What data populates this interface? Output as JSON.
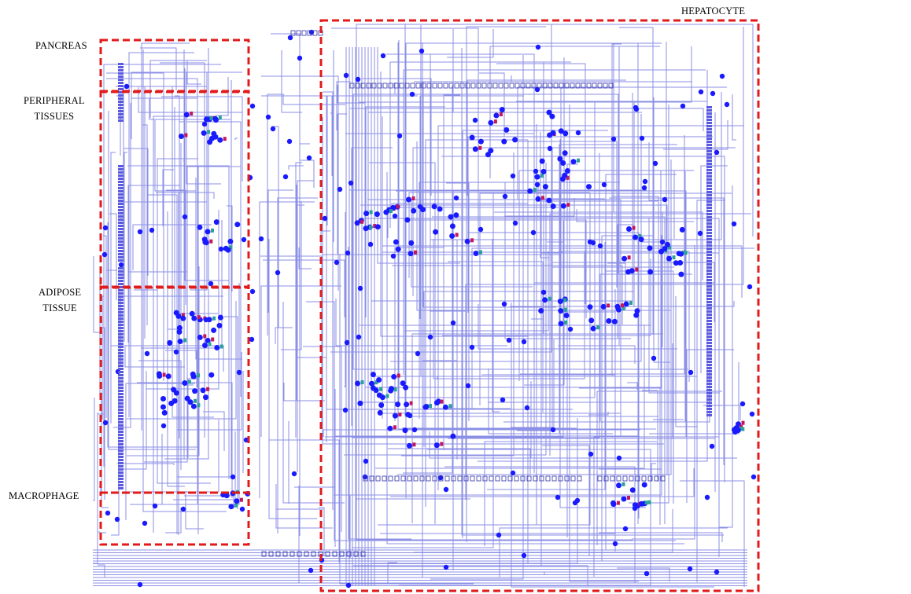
{
  "regions": {
    "pancreas": "PANCREAS",
    "peripheral": [
      "PERIPHERAL",
      "TISSUES"
    ],
    "adipose": [
      "ADIPOSE",
      "TISSUE"
    ],
    "macrophage": "MACROPHAGE",
    "hepatocyte": "HEPATOCYTE"
  },
  "colors": {
    "compartment_border": "#e11a1a",
    "edge": "#8b8fe6",
    "node": "#1a1aff",
    "reaction_accent_1": "#c2185b",
    "reaction_accent_2": "#2aa198"
  }
}
